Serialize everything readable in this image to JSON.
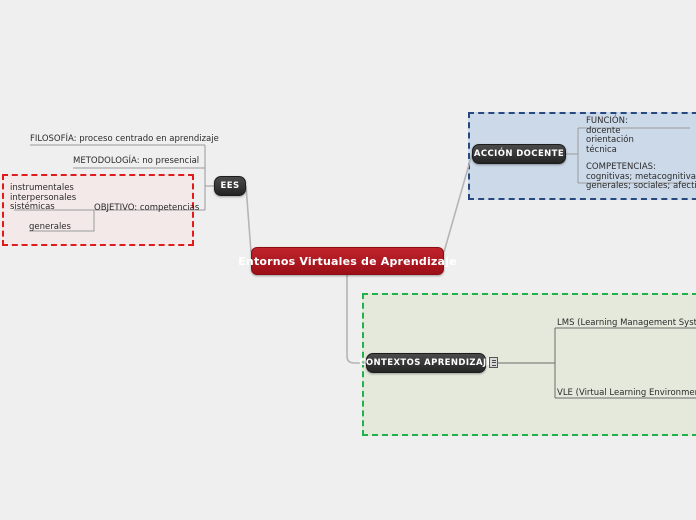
{
  "diagram": {
    "title": "Entornos Virtuales de Aprendizaje",
    "type": "mind-map",
    "background_color": "#efefef"
  },
  "root": {
    "label": "Entornos Virtuales de Aprendizaje",
    "color": "#ae1a23",
    "text_color": "#ffffff"
  },
  "branches": {
    "ees": {
      "label": "EES",
      "node_color": "#3a3a3a",
      "group_color": "#e01b1b",
      "group_fill": "#f3e9e9",
      "children": {
        "filosofia": "FILOSOFÍA: proceso centrado en aprendizaje",
        "metodologia": "METODOLOGÍA: no presencial",
        "objetivo": "OBJETIVO: competencias",
        "competencias_detail": "instrumentales\ninterpersonales\nsistémicas",
        "competencias_detail_lines": [
          "instrumentales",
          "interpersonales",
          "sistémicas"
        ],
        "generales": "generales"
      }
    },
    "accion_docente": {
      "label": "ACCIÓN DOCENTE",
      "node_color": "#3a3a3a",
      "group_color": "#27497f",
      "group_fill": "#ccd9e9",
      "children": {
        "funcion_lines": [
          "FUNCIÓN:",
          "docente",
          "orientación",
          "técnica"
        ],
        "competencias_lines": [
          "COMPETENCIAS:",
          "cognitivas; metacognitivas; com",
          "generales; sociales; afectivas"
        ]
      }
    },
    "contextos_aprendizaje": {
      "label": "CONTEXTOS APRENDIZAJE",
      "node_color": "#3a3a3a",
      "group_color": "#22b24c",
      "group_fill": "#e4e9dc",
      "has_note_icon": true,
      "note_icon_name": "note-icon",
      "children": {
        "lms": "LMS (Learning Management Systems)",
        "vle": "VLE (Virtual Learning Environments)"
      }
    }
  }
}
